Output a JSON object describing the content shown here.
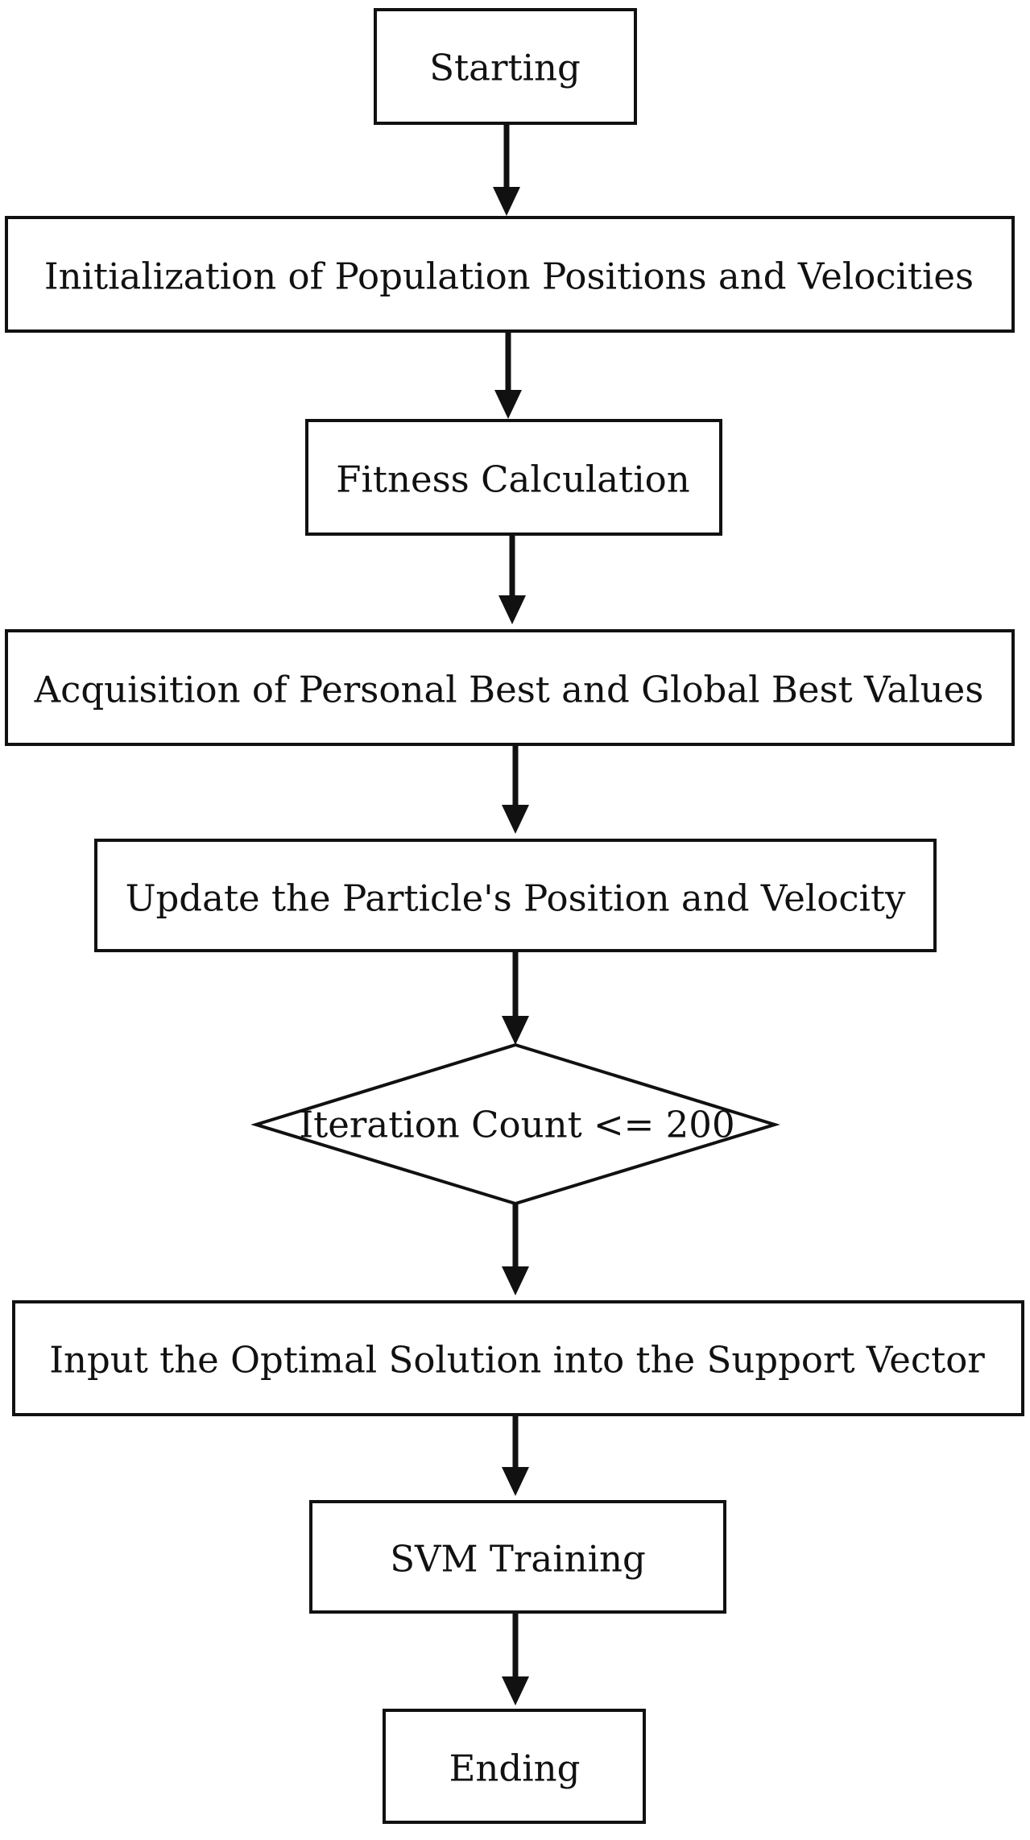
{
  "diagram": {
    "type": "flowchart",
    "nodes": [
      {
        "id": "start",
        "shape": "rect",
        "label": "Starting"
      },
      {
        "id": "init",
        "shape": "rect",
        "label": "Initialization of Population Positions and Velocities"
      },
      {
        "id": "fitness",
        "shape": "rect",
        "label": "Fitness Calculation"
      },
      {
        "id": "acquire",
        "shape": "rect",
        "label": "Acquisition of Personal Best and Global Best Values"
      },
      {
        "id": "update",
        "shape": "rect",
        "label": "Update the Particle's Position and Velocity"
      },
      {
        "id": "iteration",
        "shape": "diamond",
        "label": "Iteration Count <= 200"
      },
      {
        "id": "input",
        "shape": "rect",
        "label": "Input the Optimal Solution into the Support Vector"
      },
      {
        "id": "svm",
        "shape": "rect",
        "label": "SVM Training"
      },
      {
        "id": "end",
        "shape": "rect",
        "label": "Ending"
      }
    ],
    "edges": [
      {
        "from": "start",
        "to": "init"
      },
      {
        "from": "init",
        "to": "fitness"
      },
      {
        "from": "fitness",
        "to": "acquire"
      },
      {
        "from": "acquire",
        "to": "update"
      },
      {
        "from": "update",
        "to": "iteration"
      },
      {
        "from": "iteration",
        "to": "input"
      },
      {
        "from": "input",
        "to": "svm"
      },
      {
        "from": "svm",
        "to": "end"
      }
    ]
  }
}
